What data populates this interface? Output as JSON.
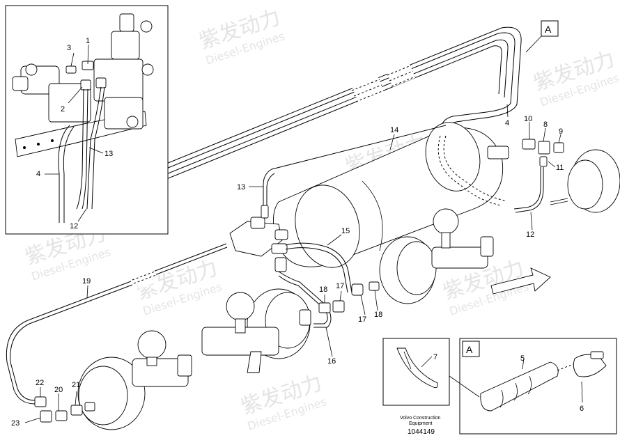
{
  "watermark": {
    "brand_cn": "紫发动力",
    "brand_en": "Diesel-Engines"
  },
  "callouts": {
    "detail_main": "A",
    "detail_inset": "A"
  },
  "part_labels": [
    {
      "id": "1",
      "text": "1"
    },
    {
      "id": "2",
      "text": "2"
    },
    {
      "id": "3",
      "text": "3"
    },
    {
      "id": "4a",
      "text": "4"
    },
    {
      "id": "4b",
      "text": "4"
    },
    {
      "id": "5",
      "text": "5"
    },
    {
      "id": "6",
      "text": "6"
    },
    {
      "id": "7",
      "text": "7"
    },
    {
      "id": "8",
      "text": "8"
    },
    {
      "id": "9",
      "text": "9"
    },
    {
      "id": "10",
      "text": "10"
    },
    {
      "id": "11",
      "text": "11"
    },
    {
      "id": "12a",
      "text": "12"
    },
    {
      "id": "12b",
      "text": "12"
    },
    {
      "id": "13a",
      "text": "13"
    },
    {
      "id": "13b",
      "text": "13"
    },
    {
      "id": "14",
      "text": "14"
    },
    {
      "id": "15",
      "text": "15"
    },
    {
      "id": "16",
      "text": "16"
    },
    {
      "id": "17a",
      "text": "17"
    },
    {
      "id": "17b",
      "text": "17"
    },
    {
      "id": "18a",
      "text": "18"
    },
    {
      "id": "18b",
      "text": "18"
    },
    {
      "id": "19",
      "text": "19"
    },
    {
      "id": "20",
      "text": "20"
    },
    {
      "id": "21",
      "text": "21"
    },
    {
      "id": "22",
      "text": "22"
    },
    {
      "id": "23",
      "text": "23"
    }
  ],
  "caption": {
    "line1": "Volvo Construction",
    "line2": "Equipment",
    "doc_number": "1044149"
  }
}
